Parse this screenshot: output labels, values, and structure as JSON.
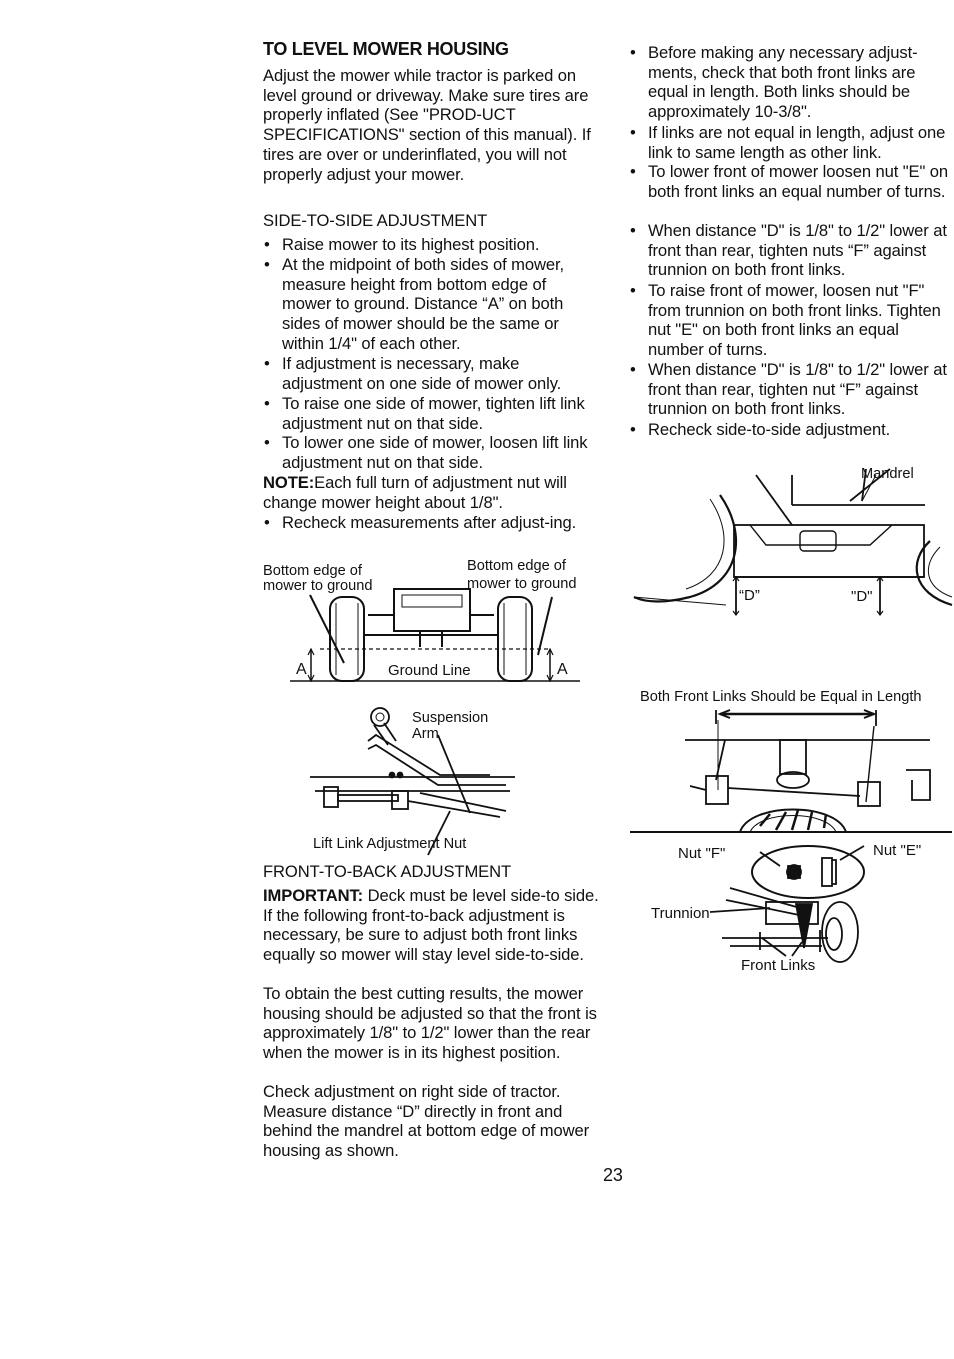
{
  "page_number": "23",
  "left": {
    "heading": "TO LEVEL MOWER HOUSING",
    "intro": "Adjust the mower while tractor is parked on level ground or driveway. Make sure tires are properly inflated (See \"PROD-UCT SPECIFICATIONS\" section of this manual). If tires are over or underinflated, you will not properly adjust your mower.",
    "side_to_side": {
      "heading": "SIDE-TO-SIDE ADJUSTMENT",
      "bullets": [
        "Raise mower to its highest position.",
        "At the midpoint of both sides of mower, measure height from bottom edge of mower to ground. Distance “A” on both sides of mower should be the same or within 1/4\" of each other.",
        "If adjustment is necessary, make adjustment on one side of mower only.",
        "To raise one side of mower, tighten lift link adjustment nut on that side.",
        "To lower one side of mower, loosen lift link adjustment nut on that side."
      ]
    },
    "note": {
      "label": "NOTE:",
      "text": "Each full turn of adjustment nut will change mower height about 1/8\"."
    },
    "bullet_after_note": "Recheck measurements after adjust-ing.",
    "figure_ground": {
      "left_label_1": "Bottom edge of",
      "left_label_2": "mower to ground",
      "right_label_1": "Bottom edge of",
      "right_label_2": "mower to ground",
      "a_left": "A",
      "a_right": "A",
      "ground_line": "Ground Line"
    },
    "figure_suspension": {
      "arm_label_1": "Suspension",
      "arm_label_2": "Arm",
      "nut_label": "Lift Link Adjustment Nut"
    },
    "front_to_back": {
      "heading": "FRONT-TO-BACK ADJUSTMENT",
      "important_label": "IMPORTANT:",
      "important_text": " Deck must be level side-to side. If the following front-to-back adjustment is necessary, be sure to adjust both front links equally so mower will stay level side-to-side.",
      "paragraphs": [
        "To obtain the best cutting results, the mower housing should be adjusted so that the front is approximately 1/8\" to 1/2\" lower than the rear when the mower is in its highest position.",
        "Check adjustment on right side of tractor. Measure distance “D” directly in front and behind the mandrel at bottom edge of mower housing as shown."
      ]
    }
  },
  "right": {
    "bullets": [
      "Before making any necessary adjust-ments, check that both front links are equal in length. Both links should be approximately 10-3/8\".",
      "If links are not equal in length, adjust one link to same length as other link.",
      "To lower front of mower loosen nut \"E\" on both front links an equal number of turns.",
      "When distance \"D\" is 1/8\" to 1/2\" lower at front than rear, tighten nuts “F” against trunnion on both front links.",
      "To raise front of mower, loosen nut \"F\" from trunnion on both front links. Tighten nut \"E\" on both front links an equal number of turns.",
      "When distance \"D\" is 1/8\" to 1/2\" lower at front than rear, tighten nut “F” against trunnion on both front links.",
      "Recheck side-to-side adjustment."
    ],
    "figure_mandrel": {
      "mandrel_label": "Mandrel",
      "d_left": "“D”",
      "d_right": "\"D\""
    },
    "figure_links": {
      "caption": "Both Front Links Should be Equal in Length"
    },
    "figure_nuts": {
      "nut_f": "Nut \"F\"",
      "nut_e": "Nut \"E\"",
      "trunnion": "Trunnion",
      "front_links": "Front Links"
    }
  }
}
